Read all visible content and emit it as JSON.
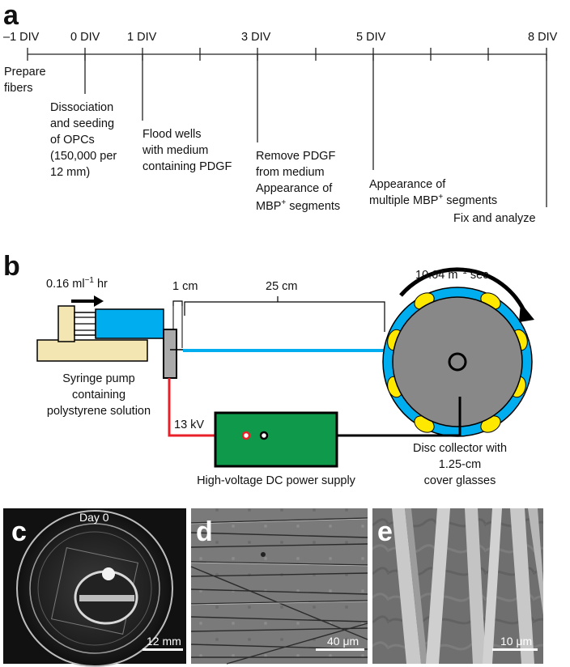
{
  "panels": {
    "a": "a",
    "b": "b",
    "c": "c",
    "d": "d",
    "e": "e"
  },
  "timeline": {
    "days": [
      "–1 DIV",
      "0 DIV",
      "1 DIV",
      "3 DIV",
      "5 DIV",
      "8 DIV"
    ],
    "events": {
      "prepare": [
        "Prepare",
        "fibers"
      ],
      "dissociation": [
        "Dissociation",
        "and seeding",
        "of OPCs",
        "(150,000 per",
        "12 mm)"
      ],
      "flood": [
        "Flood wells",
        "with medium",
        "containing PDGF"
      ],
      "remove": [
        "Remove PDGF",
        "from medium",
        "Appearance of"
      ],
      "remove_mbp": {
        "base": "MBP",
        "sup": "+",
        "rest": " segments"
      },
      "multiple": {
        "line1": "Appearance of",
        "line2_pre": "multiple MBP",
        "sup": "+",
        "line2_post": " segments"
      },
      "fix": "Fix and analyze"
    }
  },
  "setup": {
    "flow_rate": "0.16 ml",
    "flow_rate_exp": "−1",
    "flow_rate_unit": " hr",
    "gap": "1 cm",
    "distance": "25 cm",
    "rotation": "10.64 m",
    "rotation_exp": "−1",
    "rotation_unit": " sec",
    "voltage": "13 kV",
    "pump_label": [
      "Syringe pump",
      "containing",
      "polystyrene solution"
    ],
    "power_label": "High-voltage DC power supply",
    "collector_label": [
      "Disc collector with",
      "1.25-cm",
      "cover glasses"
    ],
    "colors": {
      "syringe": "#00aeef",
      "fiber": "#00aeef",
      "power": "#0e9a4a",
      "collector": "#888888",
      "glass": "#ffe800",
      "wire_red": "#e8202a",
      "pump": "#f3e6b3"
    }
  },
  "images": {
    "c_day": "Day 0",
    "c_scale": "12 mm",
    "d_scale": "40 μm",
    "e_scale": "10 μm"
  }
}
